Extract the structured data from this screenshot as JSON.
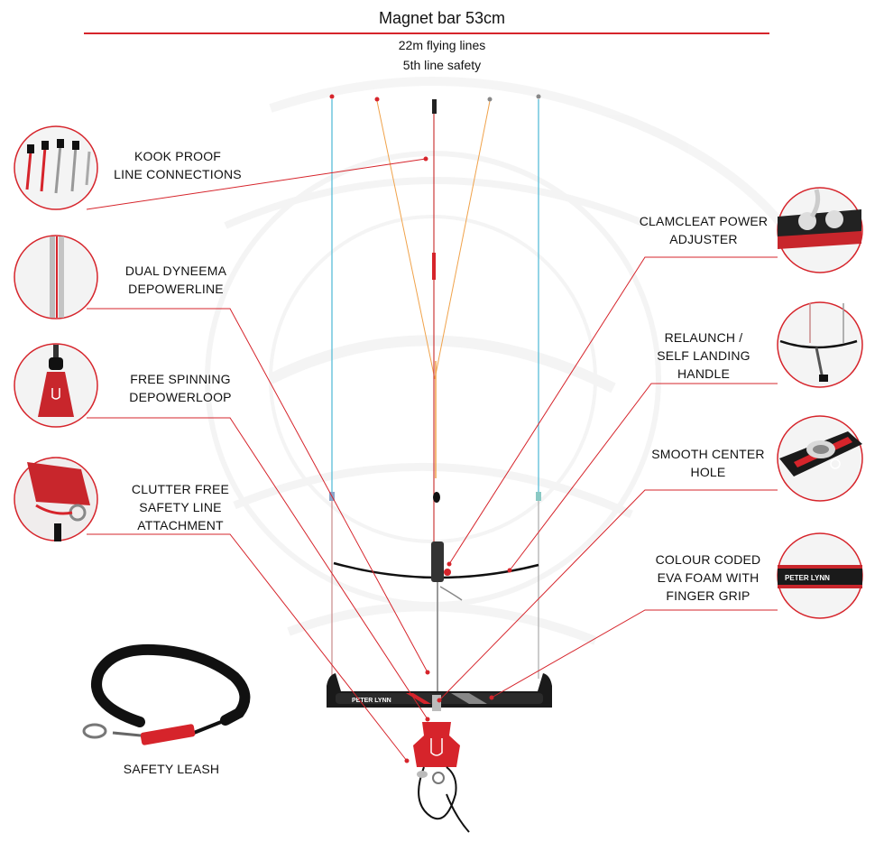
{
  "header": {
    "title": "Magnet bar 53cm",
    "line1": "22m flying lines",
    "line2": "5th line safety"
  },
  "callouts": {
    "kook": [
      "KOOK PROOF",
      "LINE CONNECTIONS"
    ],
    "dyneema": [
      "DUAL DYNEEMA",
      "DEPOWERLINE"
    ],
    "spinning": [
      "FREE SPINNING",
      "DEPOWERLOOP"
    ],
    "clutter": [
      "CLUTTER FREE",
      "SAFETY LINE",
      "ATTACHMENT"
    ],
    "leash": [
      "SAFETY LEASH"
    ],
    "clamcleat": [
      "CLAMCLEAT POWER",
      "ADJUSTER"
    ],
    "relaunch": [
      "RELAUNCH /",
      "SELF LANDING",
      "HANDLE"
    ],
    "center": [
      "SMOOTH CENTER",
      "HOLE"
    ],
    "colour": [
      "COLOUR CODED",
      "EVA FOAM WITH",
      "FINGER GRIP"
    ]
  },
  "brand_text": "PETER LYNN",
  "colors": {
    "accent": "#d6242b",
    "cyan_line": "#4ab8d4",
    "orange_line": "#f0a24a",
    "grey_line": "#b9b9b9",
    "bar": "#1a1a1a"
  }
}
